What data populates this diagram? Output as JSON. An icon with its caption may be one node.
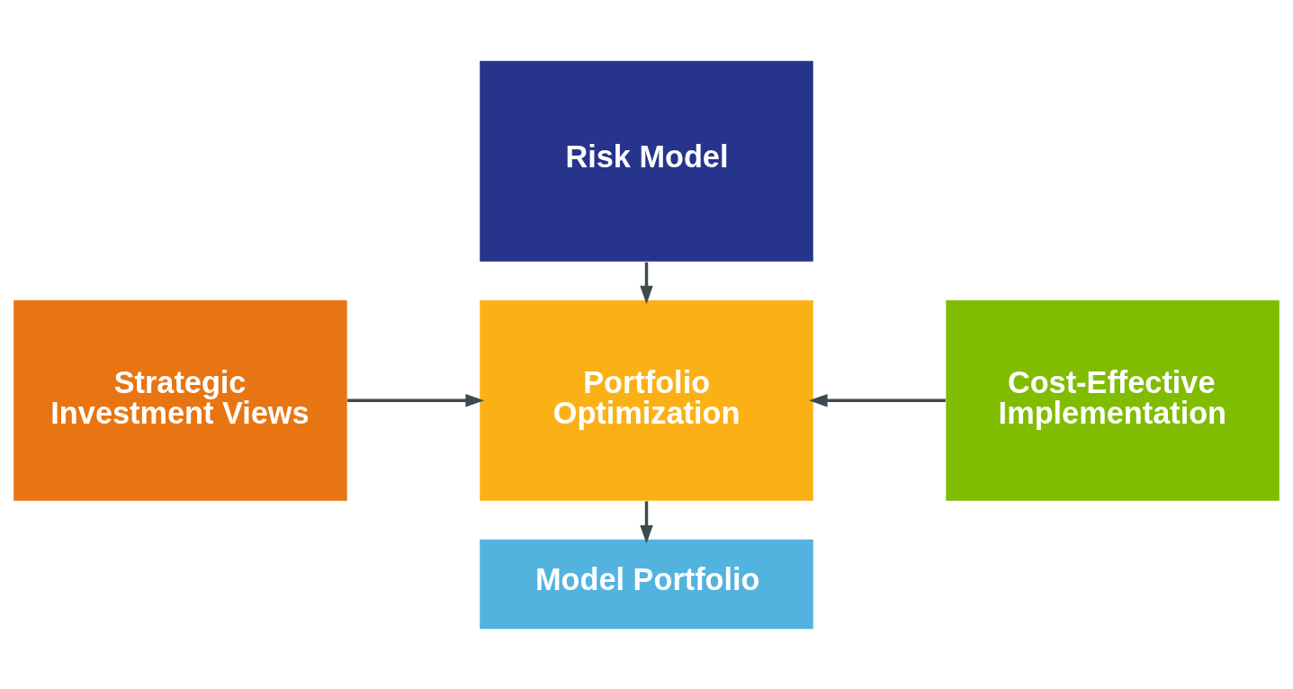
{
  "diagram": {
    "nodes": [
      {
        "text": [
          "Risk Model"
        ]
      },
      {
        "text": [
          "Strategic Investment Views"
        ]
      },
      {
        "text": [
          "Portfolio Optimization"
        ]
      },
      {
        "text": [
          "Cost-Effective Implementation"
        ]
      },
      {
        "text": [
          "Model Portfolio"
        ]
      }
    ],
    "edges": [
      {
        "from": 0,
        "to": 2,
        "arrow": "to"
      },
      {
        "from": 1,
        "to": 2,
        "arrow": "to"
      },
      {
        "from": 3,
        "to": 2,
        "arrow": "to"
      },
      {
        "from": 2,
        "to": 4,
        "arrow": "to"
      }
    ]
  }
}
